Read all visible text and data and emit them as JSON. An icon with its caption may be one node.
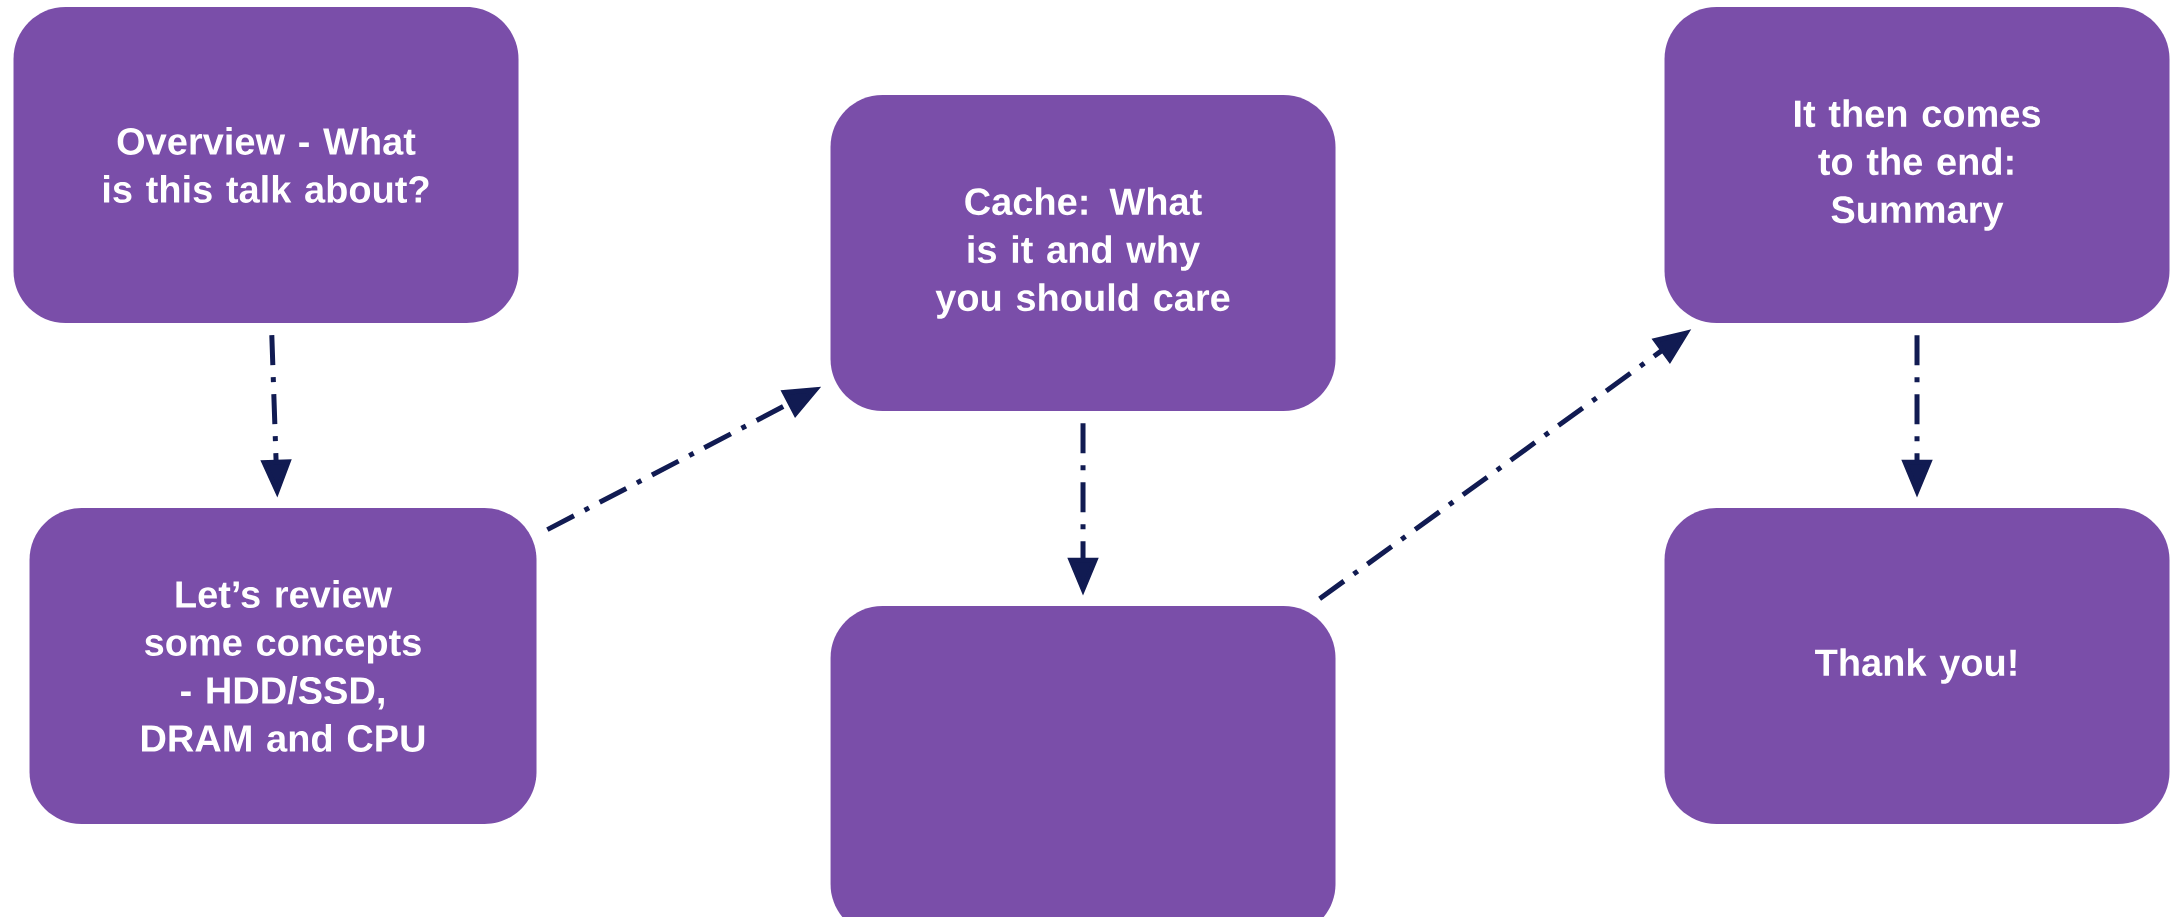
{
  "diagram": {
    "nodes": [
      {
        "text": [
          "Overview - What is this talk about?"
        ]
      },
      {
        "text": [
          "Let’s review some concepts - HDD/SSD, DRAM and CPU"
        ]
      },
      {
        "text": [
          "Cache: What is it and why you should care"
        ]
      },
      {
        "text": [],
        "shape": "box"
      },
      {
        "text": [
          "It then comes to the end: Summary"
        ]
      },
      {
        "text": [
          "Thank you!"
        ]
      }
    ],
    "edges": [
      {
        "from": 0,
        "to": 1,
        "arrow": "to"
      },
      {
        "from": 1,
        "to": 2,
        "arrow": "to"
      },
      {
        "from": 2,
        "to": 3,
        "arrow": "to"
      },
      {
        "from": 3,
        "to": 4,
        "arrow": "to"
      },
      {
        "from": 4,
        "to": 5,
        "arrow": "to"
      }
    ]
  }
}
